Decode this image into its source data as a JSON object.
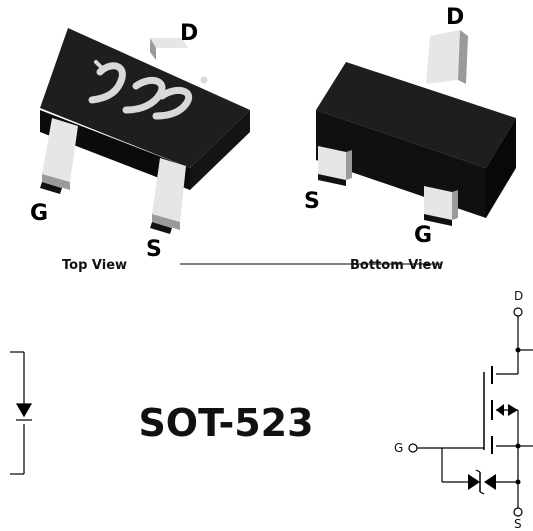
{
  "top_view": {
    "label": "Top View",
    "pins": {
      "d": "D",
      "g": "G",
      "s": "S"
    }
  },
  "bottom_view": {
    "label": "Bottom View",
    "pins": {
      "d": "D",
      "g": "G",
      "s": "S"
    }
  },
  "package_name": "SOT-523",
  "schematic": {
    "drain": "D",
    "gate": "G",
    "source": "S"
  },
  "colors": {
    "body": "#1a1a1a",
    "body_side": "#0b0b0b",
    "lead": "#e6e6e6",
    "lead_shade": "#9a9a9a",
    "logo": "#d9d9d9",
    "line": "#000000"
  }
}
